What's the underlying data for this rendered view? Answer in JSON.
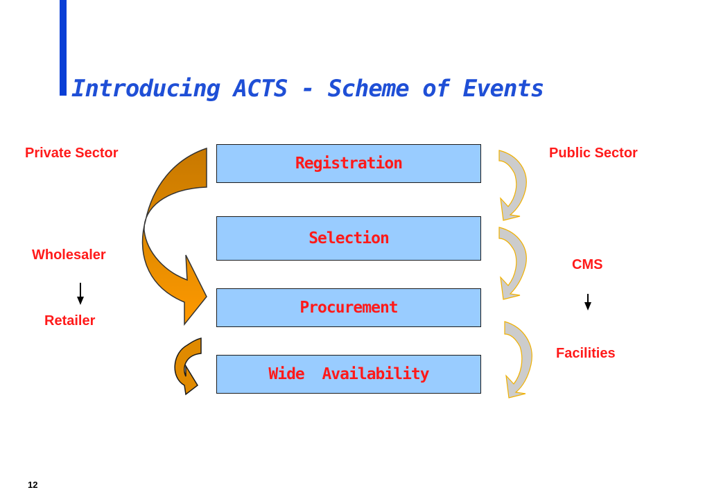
{
  "title": "Introducing ACTS - Scheme of Events",
  "stages": [
    {
      "label": "Registration"
    },
    {
      "label": "Selection"
    },
    {
      "label": "Procurement"
    },
    {
      "label": "Wide  Availability"
    }
  ],
  "left_side": {
    "heading": "Private Sector",
    "from": "Wholesaler",
    "to": "Retailer"
  },
  "right_side": {
    "heading": "Public Sector",
    "from": "CMS",
    "to": "Facilities"
  },
  "page_number": "12",
  "colors": {
    "title": "#1f4fd6",
    "accent_bar": "#0a3fd6",
    "labels": "#ff1a1a",
    "stage_fill": "#99ccff",
    "big_arrow_dark": "#c87800",
    "big_arrow_light": "#ff9900",
    "small_arrow_fill": "#cccccc",
    "small_arrow_outline": "#f0b000"
  }
}
